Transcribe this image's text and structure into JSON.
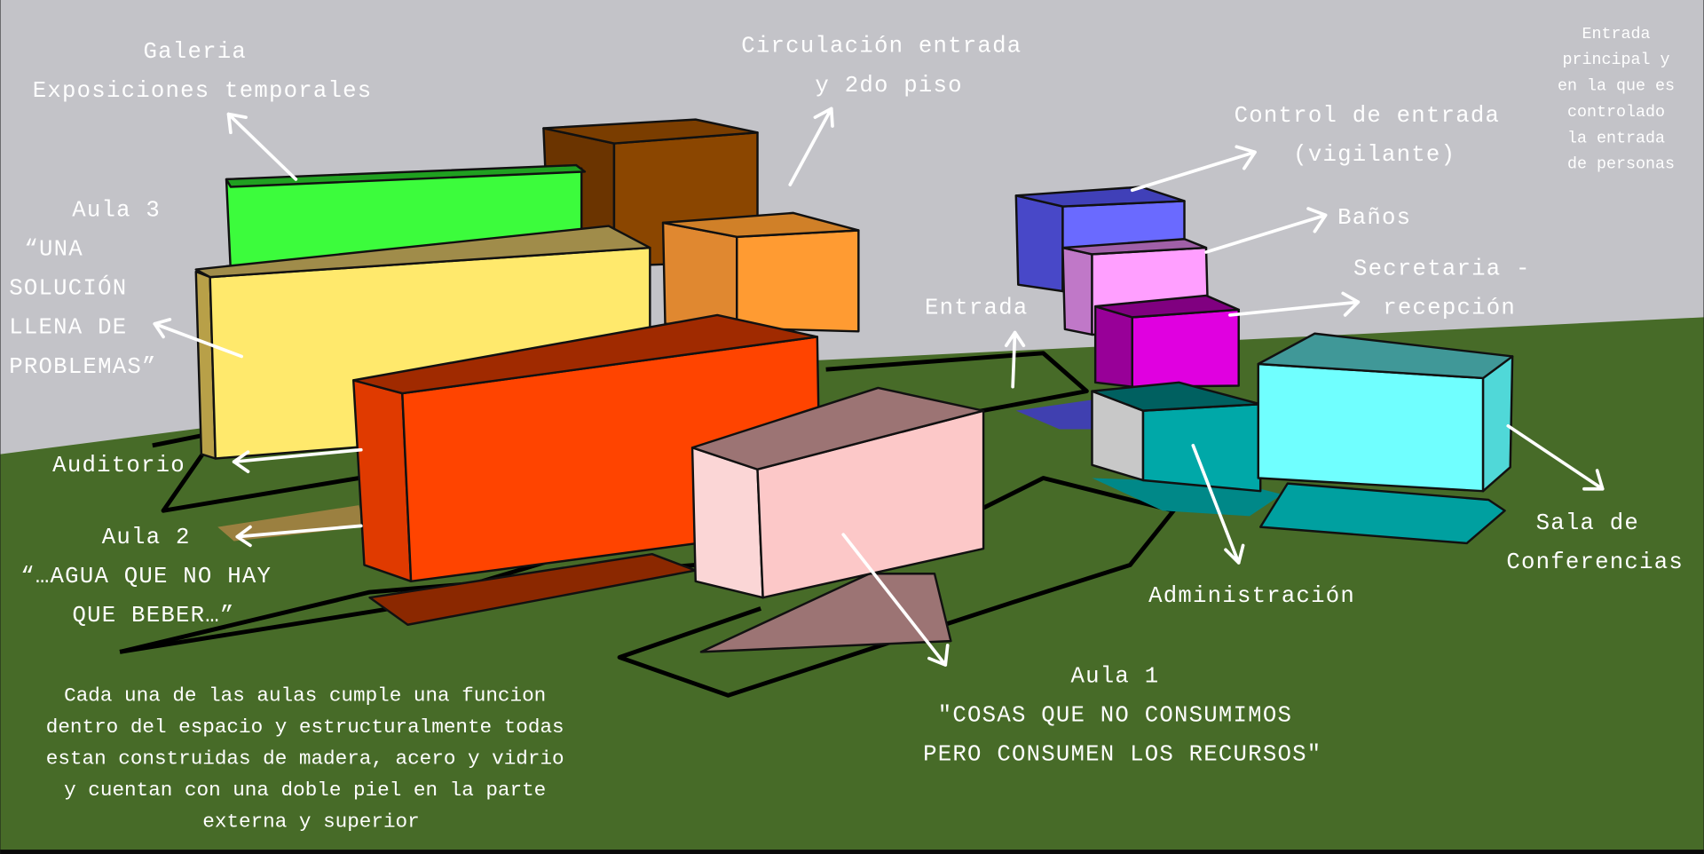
{
  "labels": {
    "galeria": [
      "Galeria",
      "Exposiciones temporales"
    ],
    "circulacion": [
      "Circulación entrada",
      "y 2do piso"
    ],
    "entrada_principal": [
      "Entrada",
      "principal y",
      "en la que es",
      "controlado",
      "la entrada",
      "de personas"
    ],
    "control": [
      "Control de entrada",
      "(vigilante)"
    ],
    "banos": "Baños",
    "secretaria": [
      "Secretaria -",
      "recepción"
    ],
    "entrada": "Entrada",
    "aula3": [
      "Aula 3",
      "“UNA",
      "SOLUCIÓN",
      "LLENA DE",
      "PROBLEMAS”"
    ],
    "auditorio": "Auditorio",
    "aula2": [
      "Aula 2",
      "“…AGUA QUE NO HAY",
      "QUE BEBER…”"
    ],
    "sala": [
      "Sala de",
      "Conferencias"
    ],
    "administracion": "Administración",
    "aula1": [
      "Aula 1",
      "\"COSAS QUE NO CONSUMIMOS",
      "PERO CONSUMEN LOS RECURSOS\""
    ],
    "note": [
      "Cada una de las aulas cumple una funcion",
      "dentro del espacio y  estructuralmente todas",
      "estan construidas de madera, acero y vidrio",
      "y cuentan con una doble piel en la parte",
      "externa y superior"
    ]
  },
  "colors": {
    "sky": "#c3c3c8",
    "ground": "#476b28",
    "galeria": "#3cfc3c",
    "aula3": "#ffe96c",
    "circulacion": "#8b4600",
    "orange": "#ff9b32",
    "aula2": "#ff4400",
    "aula1": "#fcc8c8",
    "control": "#6a6aff",
    "banos": "#ff9fff",
    "secretaria": "#e000e0",
    "administracion": "#00a8a8",
    "sala": "#70ffff"
  }
}
